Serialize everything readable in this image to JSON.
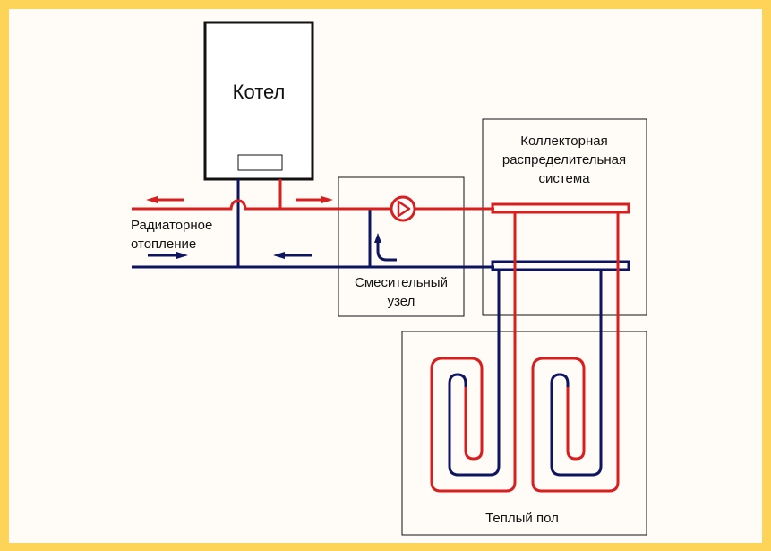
{
  "colors": {
    "frame": "#FDD458",
    "background": "#FFFCF7",
    "hot": "#D81E1E",
    "cold": "#0D1460",
    "outline": "#111111"
  },
  "labels": {
    "boiler": "Котел",
    "radiator_line1": "Радиаторное",
    "radiator_line2": "отопление",
    "mixing_line1": "Смесительный",
    "mixing_line2": "узел",
    "collector_line1": "Коллекторная",
    "collector_line2": "распределительная",
    "collector_line3": "система",
    "floor": "Теплый пол"
  },
  "components": [
    {
      "id": "boiler",
      "name": "Котел"
    },
    {
      "id": "mixing-unit",
      "name": "Смесительный узел",
      "contains": [
        "pump",
        "bypass"
      ]
    },
    {
      "id": "collector",
      "name": "Коллекторная распределительная система",
      "manifolds": [
        "supply",
        "return"
      ]
    },
    {
      "id": "underfloor",
      "name": "Теплый пол",
      "loops": 2
    }
  ]
}
